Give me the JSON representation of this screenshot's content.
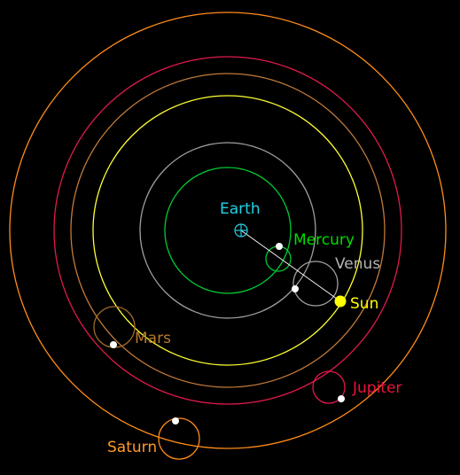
{
  "diagram": {
    "background": "#000000",
    "earth": {
      "label": "Earth",
      "label_color": "#22d3e6",
      "symbol_color": "#22d3e6",
      "icon": "earth-symbol-icon"
    },
    "sun": {
      "label": "Sun",
      "color": "#ffff00"
    },
    "bodies": [
      {
        "id": "mercury",
        "label": "Mercury",
        "color": "#00dd00",
        "deferent_color": "#00cc33",
        "epicycle_color": "#00cc33",
        "planet_color": "#ffffff"
      },
      {
        "id": "venus",
        "label": "Venus",
        "color": "#b4b4b4",
        "deferent_color": "#a0a0a0",
        "epicycle_color": "#a0a0a0",
        "planet_color": "#ffffff"
      },
      {
        "id": "sun",
        "label": "Sun",
        "color": "#ffff00",
        "deferent_color": "#ffff33",
        "planet_color": "#ffff00"
      },
      {
        "id": "mars",
        "label": "Mars",
        "color": "#b8782a",
        "deferent_color": "#c27a3a",
        "epicycle_color": "#a0692a",
        "planet_color": "#ffffff"
      },
      {
        "id": "jupiter",
        "label": "Jupiter",
        "color": "#e8143c",
        "deferent_color": "#e01a4a",
        "epicycle_color": "#e01a4a",
        "planet_color": "#ffffff"
      },
      {
        "id": "saturn",
        "label": "Saturn",
        "color": "#ff9a2a",
        "deferent_color": "#ff8c1a",
        "epicycle_color": "#ff8c1a",
        "planet_color": "#ffffff"
      }
    ]
  }
}
